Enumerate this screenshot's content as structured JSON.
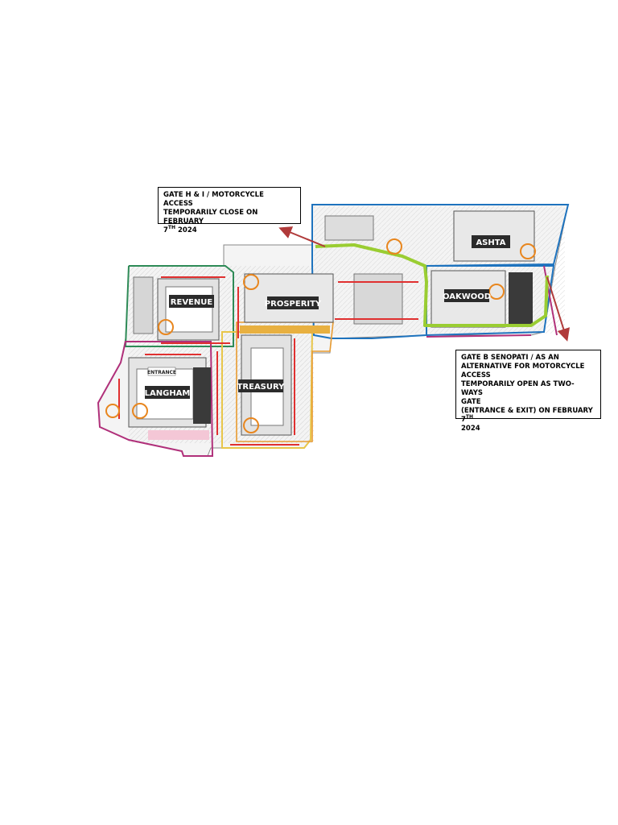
{
  "callouts": {
    "gate_h_i": {
      "line1": "GATE H & I / MOTORCYCLE ACCESS",
      "line2": "TEMPORARILY CLOSE ON FEBRUARY",
      "line3_prefix": "7",
      "line3_sup": "TH",
      "line3_suffix": " 2024"
    },
    "gate_b": {
      "line1": "GATE B SENOPATI / AS AN",
      "line2": "ALTERNATIVE FOR MOTORCYCLE",
      "line3": "ACCESS",
      "line4": "TEMPORARILY OPEN AS TWO-WAYS",
      "line5": "GATE",
      "line6_prefix": "(ENTRANCE & EXIT) ON FEBRUARY 7",
      "line6_sup": "TH",
      "line7": "2024"
    }
  },
  "buildings": {
    "ashta": "ASHTA",
    "oakwood": "OAKWOOD",
    "revenue": "REVENUE",
    "prosperity": "PROSPERITY",
    "langham": "LANGHAM",
    "treasury": "TREASURY",
    "entrance": "ENTRANCE"
  },
  "colors": {
    "arrow": "#b03a3a",
    "route": "#9acd32",
    "zone_blue": "#1e73be",
    "zone_green": "#2e8b57",
    "zone_purple": "#b0307a",
    "zone_yellow": "#e8c64a",
    "zone_orange": "#e89b30",
    "label_bg": "#2b2b2b"
  }
}
